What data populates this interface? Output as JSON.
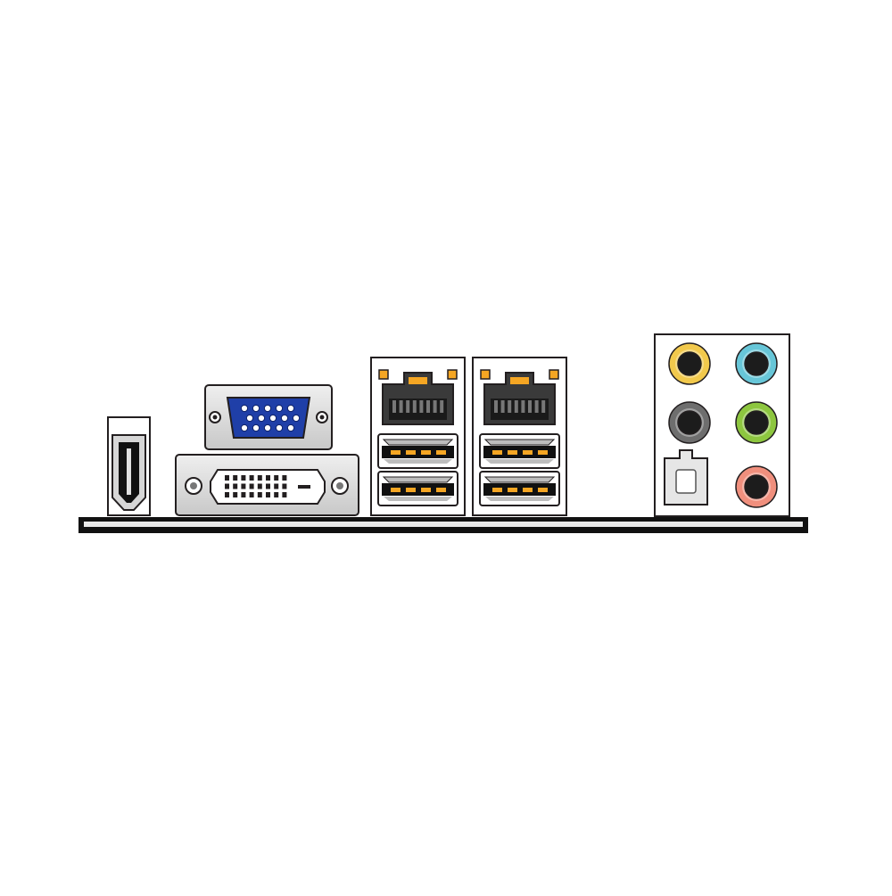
{
  "illustration": {
    "subject": "motherboard-rear-io-panel"
  },
  "ports": {
    "hdmi": {
      "icon": "hdmi-port-icon"
    },
    "vga": {
      "icon": "vga-port-icon",
      "color": "#1F3FA8",
      "pins": 15
    },
    "dvi": {
      "icon": "dvi-port-icon",
      "pin_rows": 3,
      "pin_cols": 8
    },
    "lan_usb_stacks": [
      {
        "icon": "lan-usb-stack-icon",
        "lan": "rj45-port-icon",
        "usb_ports": 2
      },
      {
        "icon": "lan-usb-stack-icon",
        "lan": "rj45-port-icon",
        "usb_ports": 2
      }
    ],
    "audio": {
      "icon": "audio-panel-icon",
      "jacks": [
        {
          "name": "audio-jack-yellow-icon",
          "ring": "#F2C94C"
        },
        {
          "name": "audio-jack-light-blue-icon",
          "ring": "#67C6D8"
        },
        {
          "name": "audio-jack-black-icon",
          "ring": "#6E6E6E"
        },
        {
          "name": "audio-jack-lime-icon",
          "ring": "#8DC63F"
        },
        {
          "name": "audio-jack-pink-icon",
          "ring": "#F08F7D"
        }
      ],
      "optical": "optical-spdif-icon"
    }
  },
  "colors": {
    "metal": "#D9D9D9",
    "outline": "#231F20",
    "usb_pin": "#F5A623",
    "lan_led": "#F5A623"
  }
}
